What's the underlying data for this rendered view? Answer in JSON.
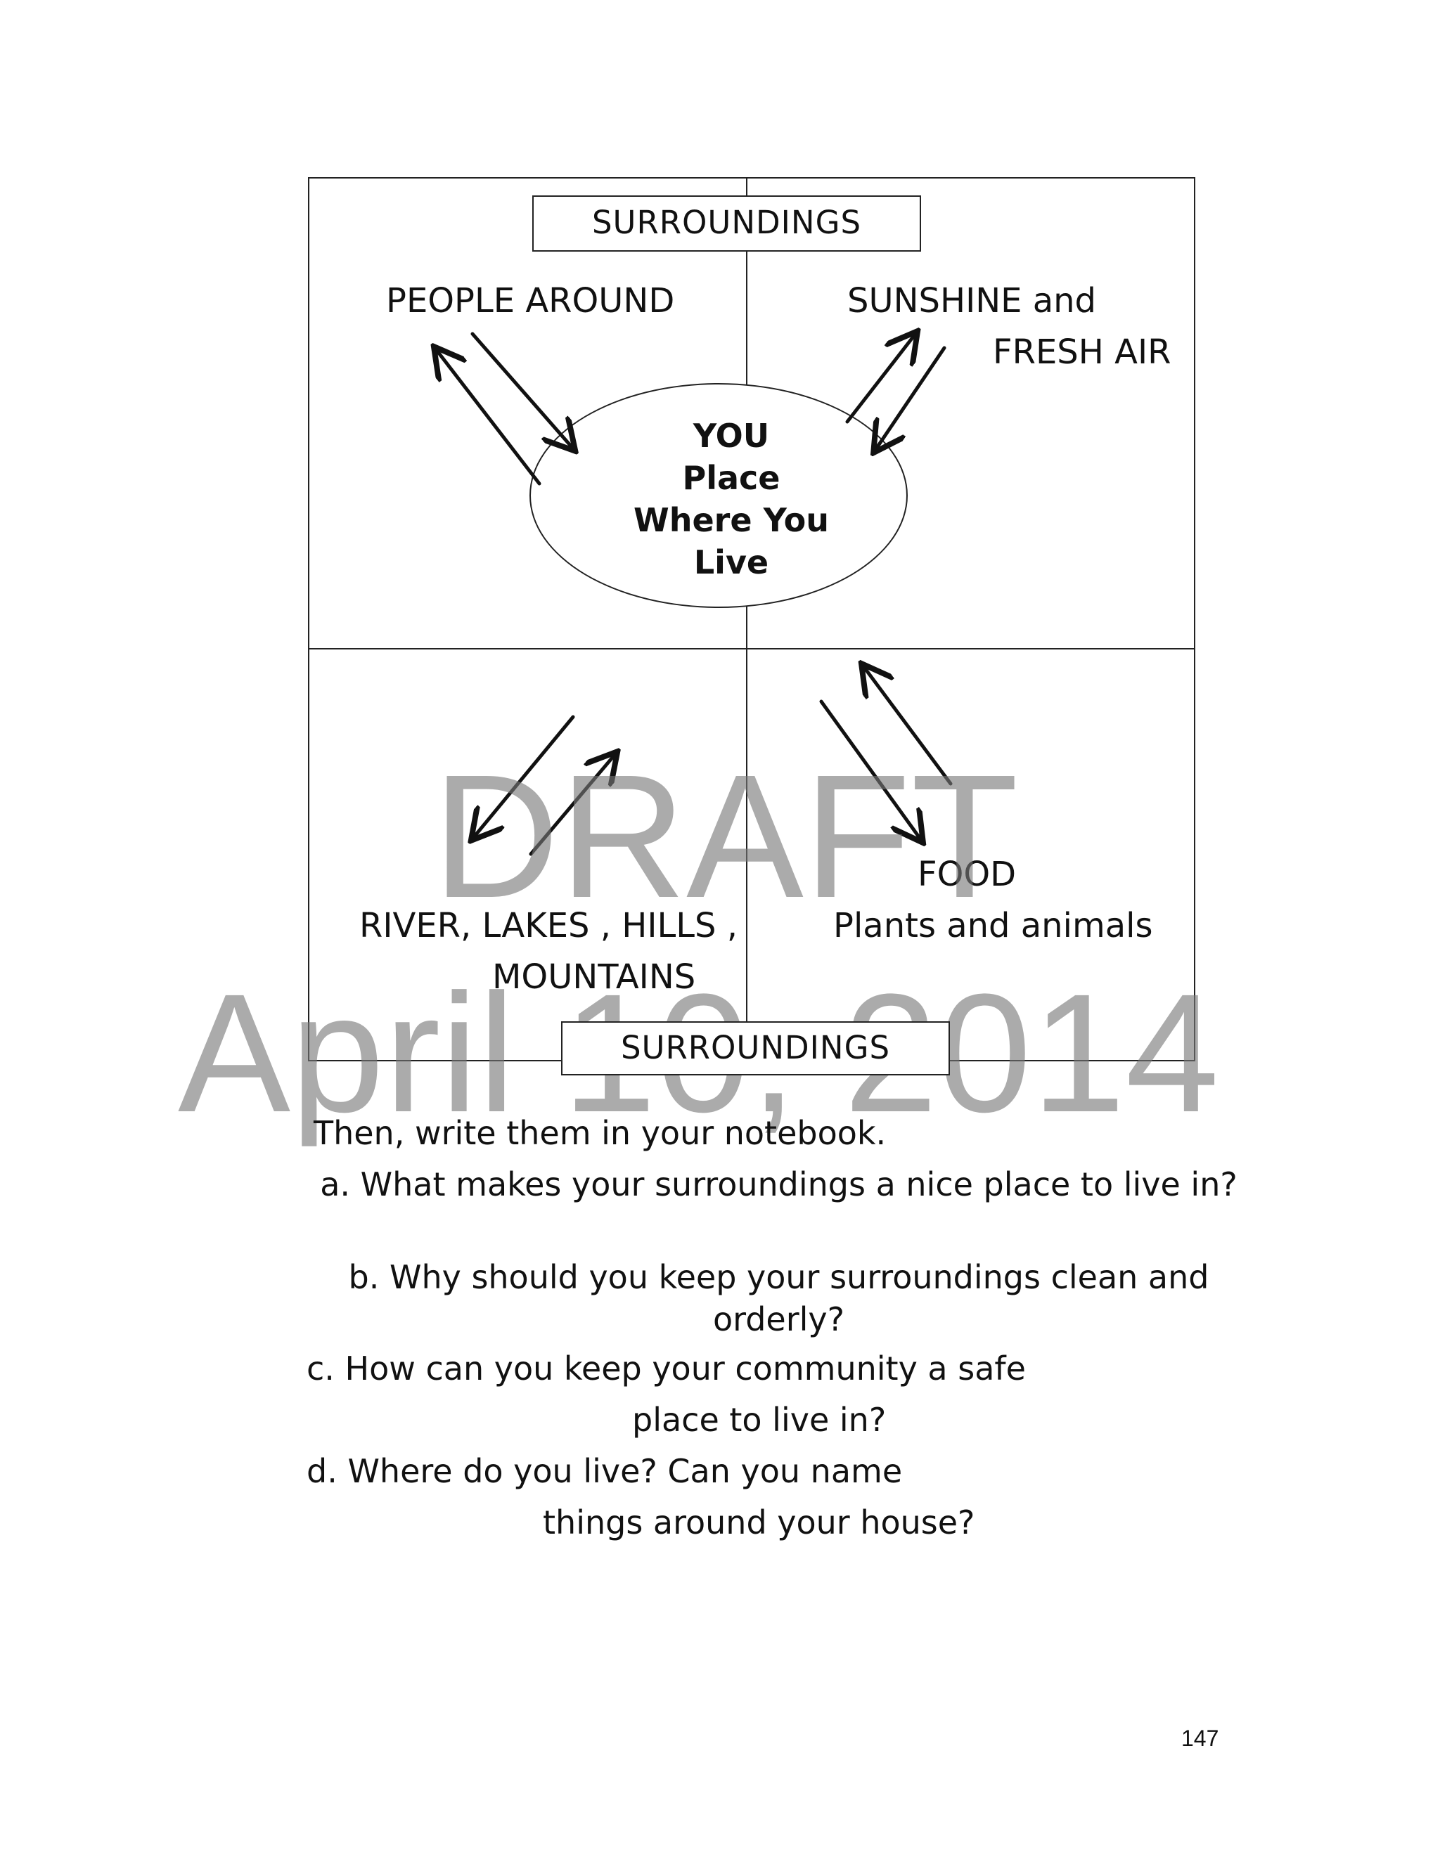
{
  "diagram": {
    "top_label": "SURROUNDINGS",
    "bottom_label": "SURROUNDINGS",
    "center": {
      "line1": "YOU",
      "line2": "Place",
      "line3": "Where You",
      "line4": "Live"
    },
    "top_left": "PEOPLE AROUND",
    "top_right": {
      "line1": "SUNSHINE  and",
      "line2": "FRESH AIR"
    },
    "bottom_left": {
      "line1": "RIVER, LAKES , HILLS ,",
      "line2": "MOUNTAINS"
    },
    "bottom_right": {
      "line1": "FOOD",
      "line2": "Plants and animals"
    }
  },
  "watermark": {
    "line1": "DRAFT",
    "line2": "April 10, 2014"
  },
  "instructions": {
    "intro": "Then, write them in your notebook.",
    "q_a": "a. What makes your surroundings a nice place to live in?",
    "q_b": "b. Why should you keep your surroundings clean and orderly?",
    "q_c_line1": "c. How can you keep your community a safe",
    "q_c_line2": "place to live in?",
    "q_d_line1": "d. Where do you live?  Can you name",
    "q_d_line2": "things  around your house?"
  },
  "page_number": "147"
}
